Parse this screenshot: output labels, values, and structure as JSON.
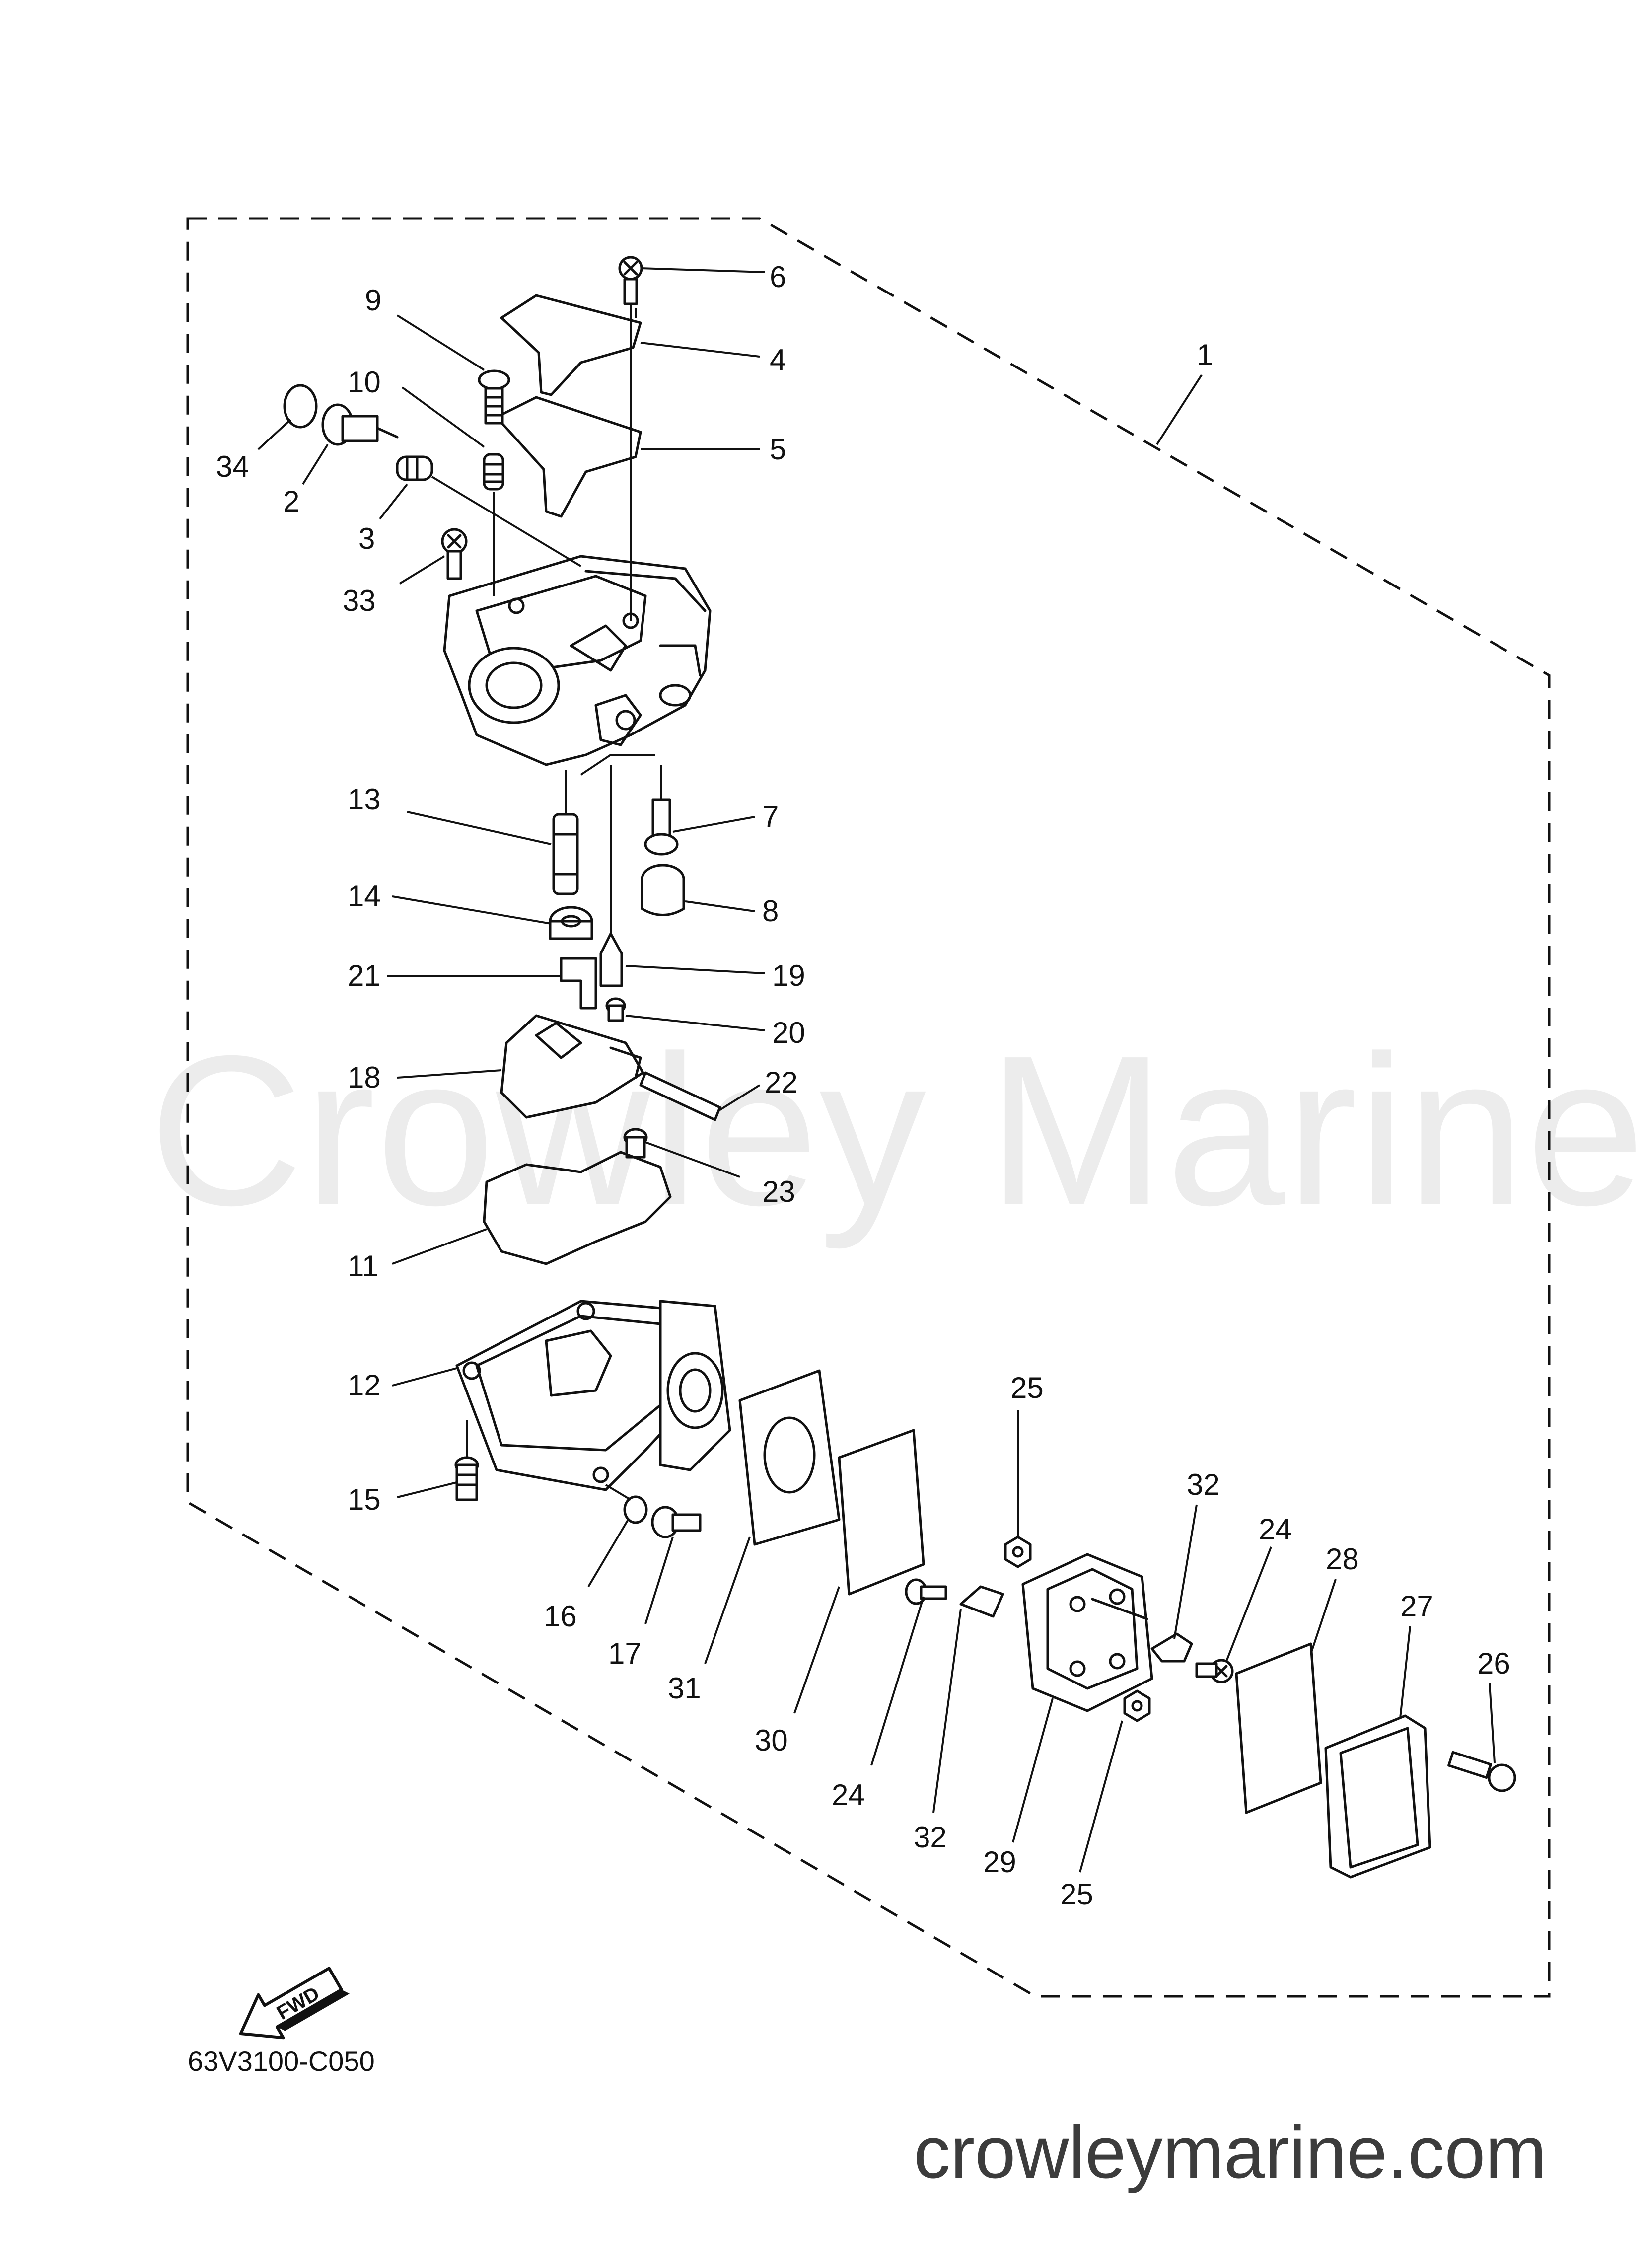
{
  "watermark": "Crowley Marine",
  "website": "crowleymarine.com",
  "diagram_code": "63V3100-C050",
  "fwd_label": "FWD",
  "callouts": [
    "1",
    "2",
    "3",
    "4",
    "5",
    "6",
    "7",
    "8",
    "9",
    "10",
    "11",
    "12",
    "13",
    "14",
    "15",
    "16",
    "17",
    "18",
    "19",
    "20",
    "21",
    "22",
    "23",
    "24",
    "24",
    "25",
    "25",
    "26",
    "27",
    "28",
    "29",
    "30",
    "31",
    "32",
    "32",
    "33",
    "34"
  ]
}
